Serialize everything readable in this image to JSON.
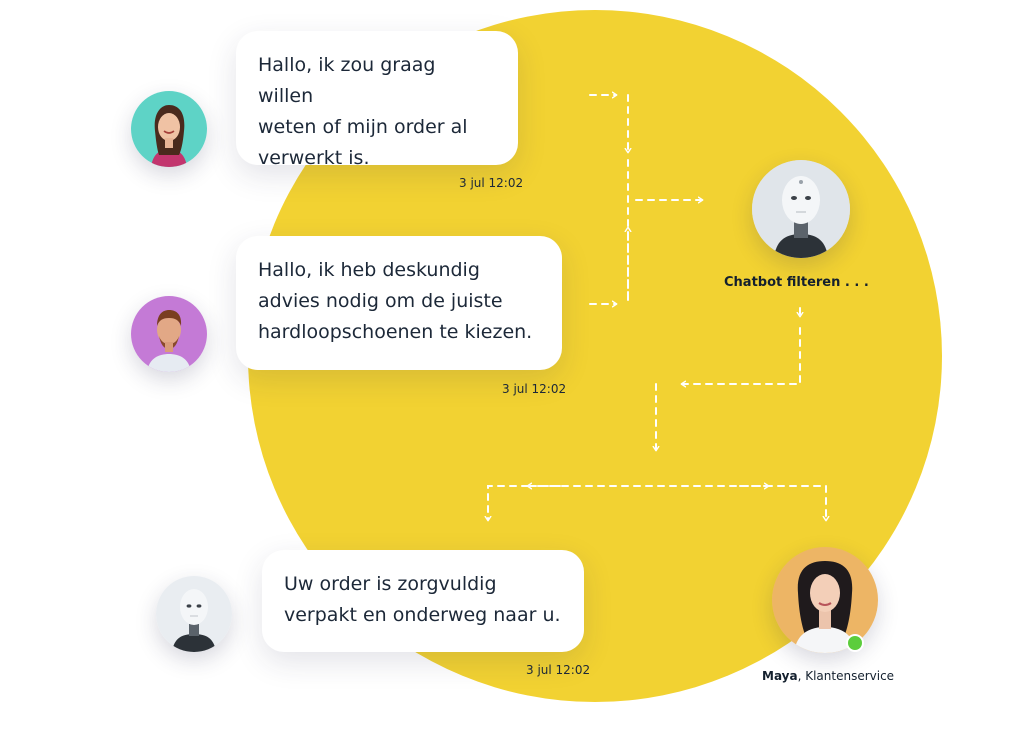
{
  "colors": {
    "circle": "#f2d232",
    "connector": "#ffffff",
    "online_status": "#5ccd3c"
  },
  "messages": [
    {
      "text": "Hallo, ik zou graag willen\nweten of mijn order al\nverwerkt is.",
      "time": "3 jul 12:02"
    },
    {
      "text": "Hallo, ik heb deskundig\nadvies nodig om de juiste\nhardloopschoenen te kiezen.",
      "time": "3 jul 12:02"
    },
    {
      "text": "Uw order is zorgvuldig\nverpakt en onderweg naar u.",
      "time": "3 jul 12:02"
    }
  ],
  "chatbot": {
    "label": "Chatbot filteren . . .",
    "icon": "robot-avatar"
  },
  "agent": {
    "name": "Maya",
    "role": ", Klantenservice",
    "status": "online"
  }
}
